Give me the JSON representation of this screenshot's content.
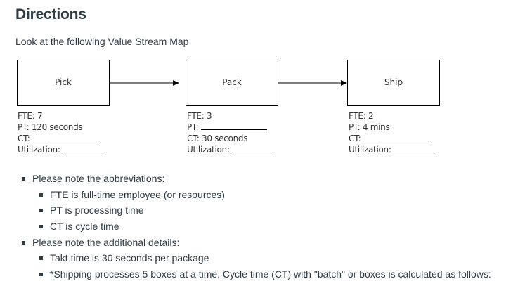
{
  "header": {
    "title": "Directions",
    "intro": "Look at the following Value Stream Map"
  },
  "vsm": {
    "processes": [
      {
        "name": "Pick",
        "fte": "FTE: 7",
        "pt": "PT: 120 seconds",
        "ct": "CT:",
        "utilization": "Utilization:"
      },
      {
        "name": "Pack",
        "fte": "FTE: 3",
        "pt": "PT:",
        "ct": "CT: 30 seconds",
        "utilization": "Utilization:"
      },
      {
        "name": "Ship",
        "fte": "FTE: 2",
        "pt": "PT: 4 mins",
        "ct": "CT:",
        "utilization": "Utilization:"
      }
    ]
  },
  "notes": [
    {
      "level": 1,
      "text": "Please note the abbreviations:"
    },
    {
      "level": 2,
      "text": "FTE is full-time employee (or resources)"
    },
    {
      "level": 2,
      "text": "PT is processing time"
    },
    {
      "level": 2,
      "text": "CT is cycle time"
    },
    {
      "level": 1,
      "text": "Please note the additional details:"
    },
    {
      "level": 2,
      "text": "Takt time is 30 seconds per package"
    },
    {
      "level": 2,
      "text": "*Shipping processes 5 boxes at a time.  Cycle time (CT) with \"batch\" or boxes is calculated as follows:"
    }
  ],
  "colors": {
    "text": "#2d3b45",
    "diagram_lines": "#000000"
  }
}
